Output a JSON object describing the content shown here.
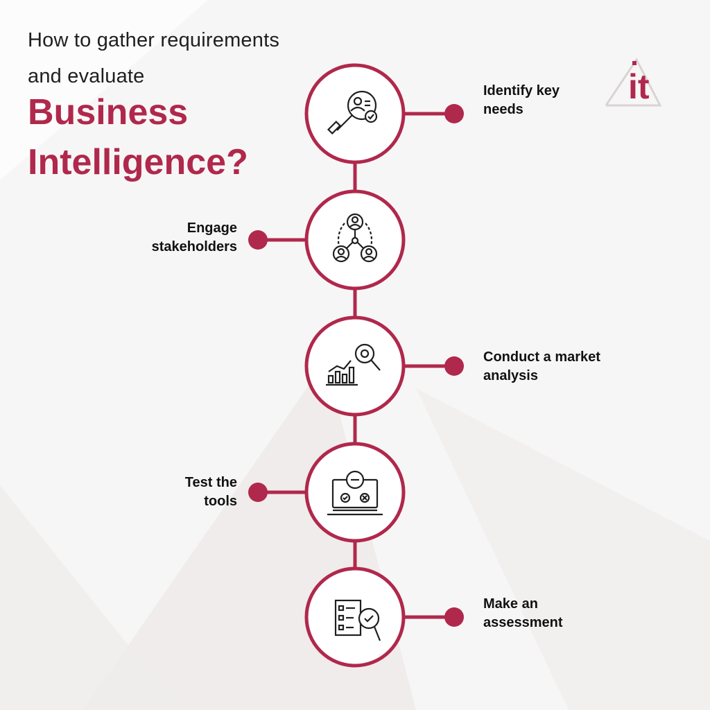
{
  "header": {
    "intro_line_1": "How to gather requirements",
    "intro_line_2": "and evaluate",
    "headline_line_1": "Business",
    "headline_line_2": "Intelligence?"
  },
  "logo": {
    "text": "it"
  },
  "colors": {
    "accent": "#b0284c",
    "text": "#111111",
    "background": "#f7f6f6"
  },
  "steps": [
    {
      "label_line_1": "Identify key",
      "label_line_2": "needs",
      "side": "right",
      "icon": "magnifier-profile-check-icon"
    },
    {
      "label_line_1": "Engage",
      "label_line_2": "stakeholders",
      "side": "left",
      "icon": "people-network-icon"
    },
    {
      "label_line_1": "Conduct a market",
      "label_line_2": "analysis",
      "side": "right",
      "icon": "bar-chart-magnifier-icon"
    },
    {
      "label_line_1": "Test the",
      "label_line_2": "tools",
      "side": "left",
      "icon": "laptop-gear-icon"
    },
    {
      "label_line_1": "Make an",
      "label_line_2": "assessment",
      "side": "right",
      "icon": "checklist-magnifier-icon"
    }
  ]
}
